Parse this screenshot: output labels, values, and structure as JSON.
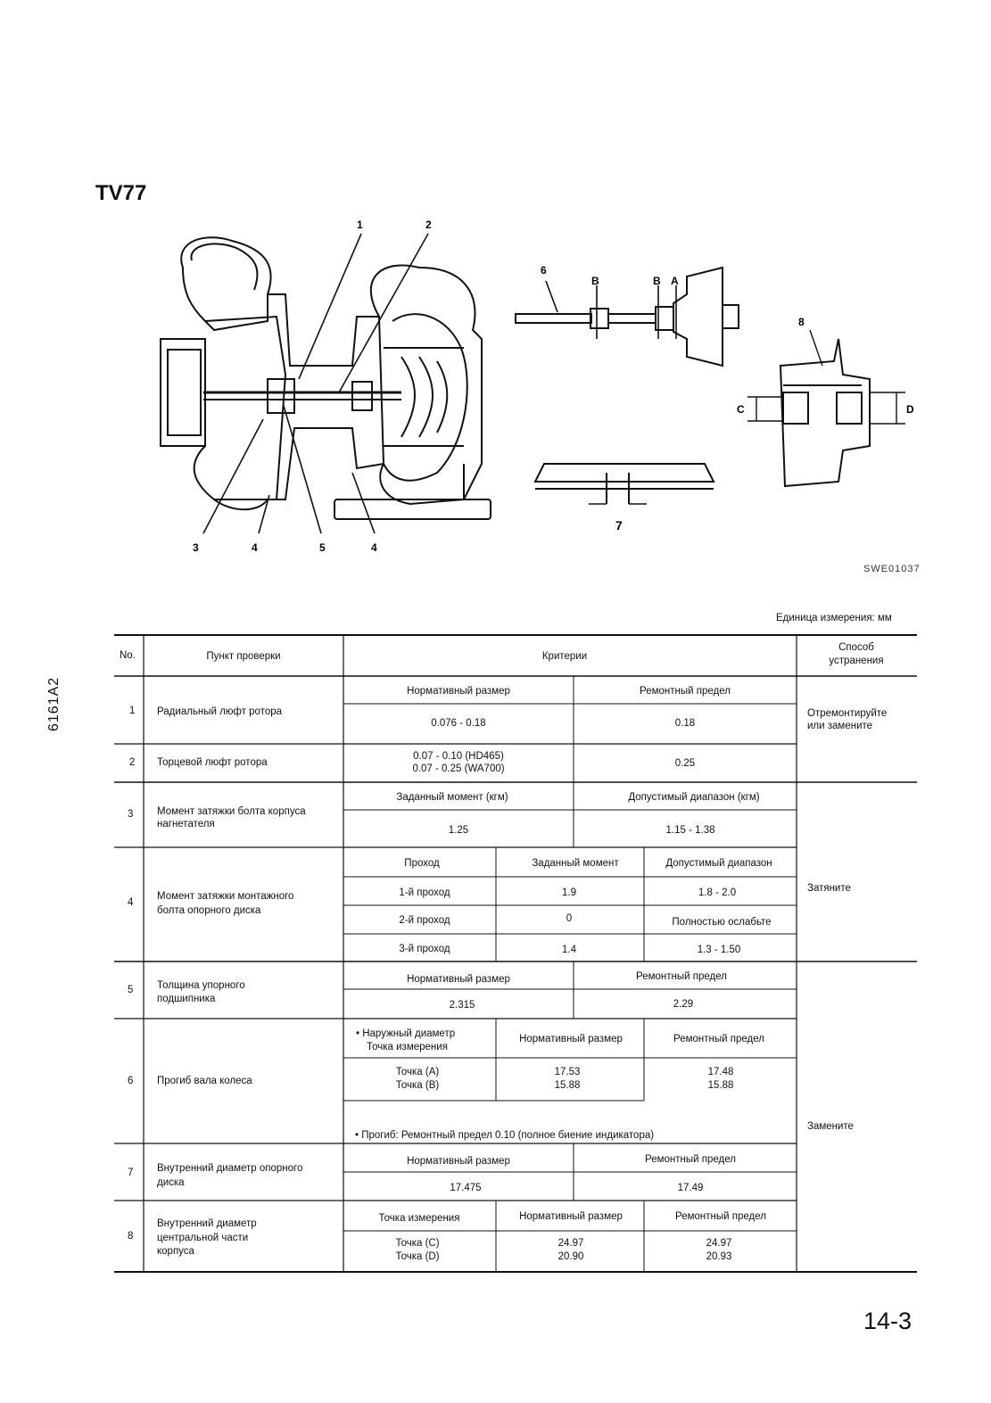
{
  "title": "TV77",
  "side_code": "6161A2",
  "figure_code": "SWE01037",
  "figure_labels": {
    "n1": "1",
    "n2": "2",
    "n3": "3",
    "n4a": "4",
    "n5": "5",
    "n4b": "4",
    "n6": "6",
    "n7": "7",
    "n8": "8",
    "B1": "B",
    "B2": "B",
    "A": "A",
    "C": "C",
    "D": "D"
  },
  "unit_note": "Единица измерения: мм",
  "table": {
    "headers": {
      "no": "No.",
      "item": "Пункт проверки",
      "criteria": "Критерии",
      "remedy_l1": "Способ",
      "remedy_l2": "устранения"
    },
    "rows": {
      "r1": {
        "no": "1",
        "item": "Радиальный люфт ротора",
        "std_h": "Нормативный размер",
        "lim_h": "Ремонтный предел",
        "std": "0.076 - 0.18",
        "lim": "0.18"
      },
      "r2": {
        "no": "2",
        "item": "Торцевой люфт ротора",
        "std_l1": "0.07 - 0.10 (HD465)",
        "std_l2": "0.07 - 0.25 (WA700)",
        "lim": "0.25"
      },
      "r3": {
        "no": "3",
        "item_l1": "Момент затяжки болта корпуса",
        "item_l2": "нагнетателя",
        "set_h": "Заданный момент (кгм)",
        "range_h": "Допустимый диапазон (кгм)",
        "set": "1.25",
        "range": "1.15 - 1.38"
      },
      "r4": {
        "no": "4",
        "item_l1": "Момент затяжки монтажного",
        "item_l2": "болта опорного диска",
        "h_pass": "Проход",
        "h_set": "Заданный момент",
        "h_range": "Допустимый диапазон",
        "p1": "1-й проход",
        "s1": "1.9",
        "g1": "1.8 - 2.0",
        "p2": "2-й проход",
        "s2": "0",
        "g2": "Полностью ослабьте",
        "p3": "3-й проход",
        "s3": "1.4",
        "g3": "1.3 - 1.50"
      },
      "r5": {
        "no": "5",
        "item_l1": "Толщина упорного",
        "item_l2": "подшипника",
        "std_h": "Нормативный размер",
        "lim_h": "Ремонтный предел",
        "std": "2.315",
        "lim": "2.29"
      },
      "r6": {
        "no": "6",
        "item": "Прогиб вала колеса",
        "h_od_l1": "• Наружный диаметр",
        "h_od_l2": "Точка измерения",
        "std_h": "Нормативный размер",
        "lim_h": "Ремонтный предел",
        "pA": "Точка (A)",
        "pB": "Точка (B)",
        "stdA": "17.53",
        "stdB": "15.88",
        "limA": "17.48",
        "limB": "15.88",
        "note": "• Прогиб: Ремонтный предел 0.10 (полное биение индикатора)"
      },
      "r7": {
        "no": "7",
        "item_l1": "Внутренний диаметр опорного",
        "item_l2": "диска",
        "std_h": "Нормативный размер",
        "lim_h": "Ремонтный предел",
        "std": "17.475",
        "lim": "17.49"
      },
      "r8": {
        "no": "8",
        "item_l1": "Внутренний диаметр",
        "item_l2": "центральной части",
        "item_l3": "корпуса",
        "h_point": "Точка измерения",
        "std_h": "Нормативный размер",
        "lim_h": "Ремонтный предел",
        "pC": "Точка (C)",
        "pD": "Точка (D)",
        "stdC": "24.97",
        "stdD": "20.90",
        "limC": "24.97",
        "limD": "20.93"
      }
    },
    "remedies": {
      "repair_l1": "Отремонтируйте",
      "repair_l2": "или замените",
      "tighten": "Затяните",
      "replace": "Замените"
    }
  },
  "page_number": "14-3"
}
